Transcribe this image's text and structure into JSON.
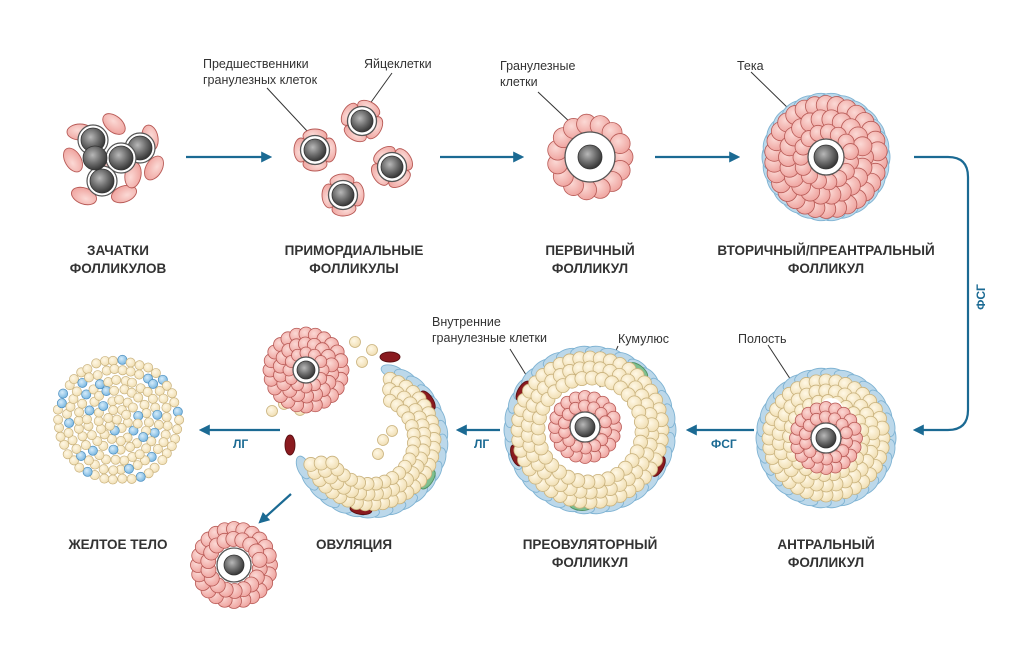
{
  "stages": {
    "germ": [
      "ЗАЧАТКИ",
      "ФОЛЛИКУЛОВ"
    ],
    "primordial": [
      "ПРИМОРДИАЛЬНЫЕ",
      "ФОЛЛИКУЛЫ"
    ],
    "primary": [
      "ПЕРВИЧНЫЙ",
      "ФОЛЛИКУЛ"
    ],
    "secondary": [
      "ВТОРИЧНЫЙ/ПРЕАНТРАЛЬНЫЙ",
      "ФОЛЛИКУЛ"
    ],
    "antral": [
      "АНТРАЛЬНЫЙ",
      "ФОЛЛИКУЛ"
    ],
    "preovulatory": [
      "ПРЕОВУЛЯТОРНЫЙ",
      "ФОЛЛИКУЛ"
    ],
    "ovulation": [
      "ОВУЛЯЦИЯ"
    ],
    "corpus": [
      "ЖЕЛТОЕ ТЕЛО"
    ]
  },
  "annotations": {
    "granulosa_precursors": [
      "Предшественники",
      "гранулезных клеток"
    ],
    "oocytes": [
      "Яйцеклетки"
    ],
    "granulosa_cells": [
      "Гранулезные",
      "клетки"
    ],
    "theca": [
      "Тека"
    ],
    "cavity": [
      "Полость"
    ],
    "inner_granulosa": [
      "Внутренние",
      "гранулезные клетки"
    ],
    "cumulus": [
      "Кумулюс"
    ]
  },
  "hormones": {
    "fsh_vertical": "ФСГ",
    "fsh_antral": "ФСГ",
    "lh_preovulatory": "ЛГ",
    "lh_ovulation": "ЛГ"
  },
  "colors": {
    "arrow": "#1b6a93",
    "granulosa": "#f3b8b4",
    "theca": "#bcd8ea",
    "cream": "#f7e7c2",
    "dark_red": "#8a1a1f",
    "green": "#7dbf8f",
    "oocyte": "#6c6c6c",
    "luteal_blue": "#8ec3e6"
  }
}
